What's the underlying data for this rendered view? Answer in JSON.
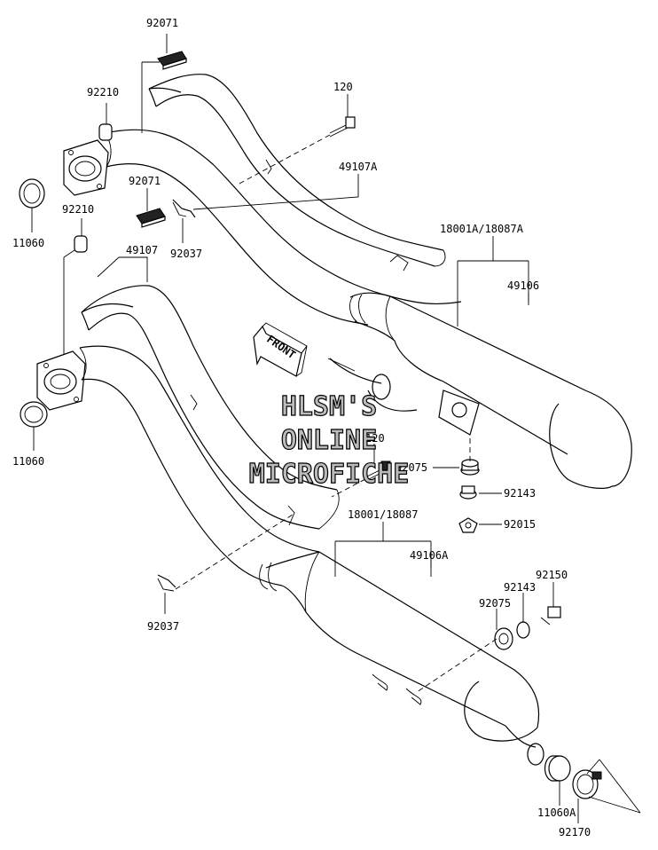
{
  "diagram": {
    "labels": [
      {
        "id": "l1",
        "text": "92071"
      },
      {
        "id": "l2",
        "text": "92210"
      },
      {
        "id": "l3",
        "text": "120"
      },
      {
        "id": "l4",
        "text": "49107A"
      },
      {
        "id": "l5",
        "text": "92071"
      },
      {
        "id": "l6",
        "text": "92210"
      },
      {
        "id": "l7",
        "text": "11060"
      },
      {
        "id": "l8",
        "text": "92037"
      },
      {
        "id": "l9",
        "text": "49107"
      },
      {
        "id": "l10",
        "text": "18001A/18087A"
      },
      {
        "id": "l11",
        "text": "49106"
      },
      {
        "id": "l12",
        "text": "11060"
      },
      {
        "id": "l13",
        "text": "120"
      },
      {
        "id": "l14",
        "text": "92075"
      },
      {
        "id": "l15",
        "text": "92143"
      },
      {
        "id": "l16",
        "text": "92015"
      },
      {
        "id": "l17",
        "text": "18001/18087"
      },
      {
        "id": "l18",
        "text": "49106A"
      },
      {
        "id": "l19",
        "text": "92150"
      },
      {
        "id": "l20",
        "text": "92143"
      },
      {
        "id": "l21",
        "text": "92075"
      },
      {
        "id": "l22",
        "text": "92037"
      },
      {
        "id": "l23",
        "text": "11060A"
      },
      {
        "id": "l24",
        "text": "92170"
      }
    ],
    "front_arrow_text": "FRONT",
    "watermark": {
      "line1": "HLSM'S",
      "line2": "ONLINE",
      "line3": "MICROFICHE"
    }
  }
}
